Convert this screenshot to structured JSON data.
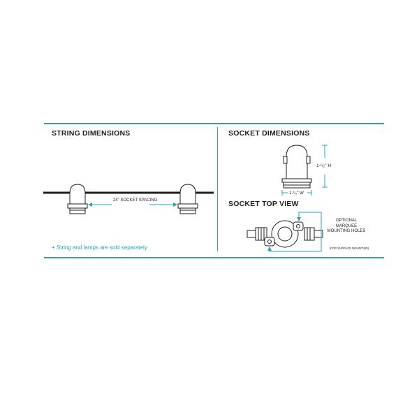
{
  "headings": {
    "string_dimensions": "STRING DIMENSIONS",
    "socket_dimensions": "SOCKET DIMENSIONS",
    "socket_top_view": "SOCKET TOP VIEW"
  },
  "labels": {
    "socket_spacing": "24\" SOCKET SPACING",
    "height": "1-¹/₂\" H",
    "width": "1-¹/₂\" W",
    "optional_holes": "OPTIONAL MARQUEE MOUNTING HOLES",
    "surface_mounting": "(FOR SURFACE MOUNTING)"
  },
  "note": "+ String and lamps are sold separately",
  "colors": {
    "accent": "#2aa3b4",
    "line": "#1e1e1e"
  }
}
